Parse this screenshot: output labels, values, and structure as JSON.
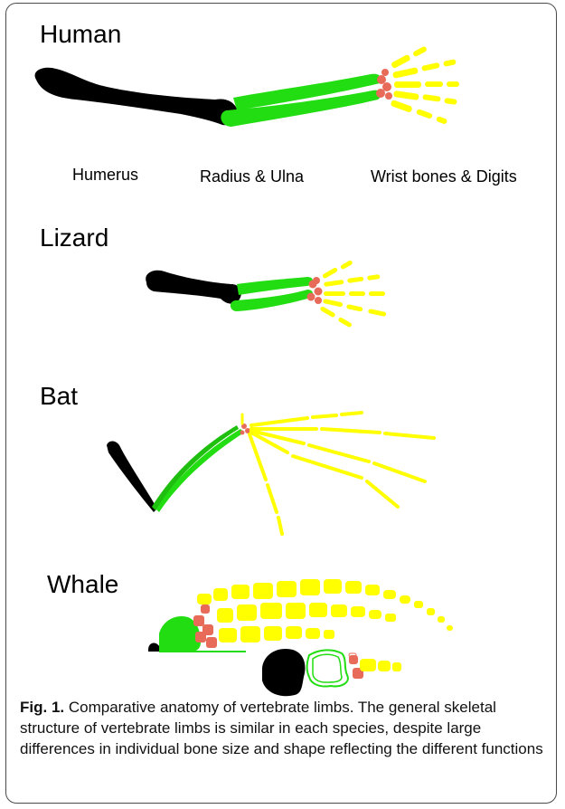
{
  "species": {
    "human": "Human",
    "lizard": "Lizard",
    "bat": "Bat",
    "whale": "Whale"
  },
  "bone_labels": {
    "humerus": "Humerus",
    "radius_ulna": "Radius & Ulna",
    "wrist_digits": "Wrist bones & Digits"
  },
  "colors": {
    "humerus": "#000000",
    "radius_ulna": "#22dd11",
    "wrist": "#e86a58",
    "digits": "#ffff00"
  },
  "caption": {
    "label": "Fig. 1.",
    "text": " Comparative anatomy of vertebrate limbs. The general skeletal structure of vertebrate limbs is similar in each species, despite large differences in individual bone size and shape reflecting the different functions"
  }
}
